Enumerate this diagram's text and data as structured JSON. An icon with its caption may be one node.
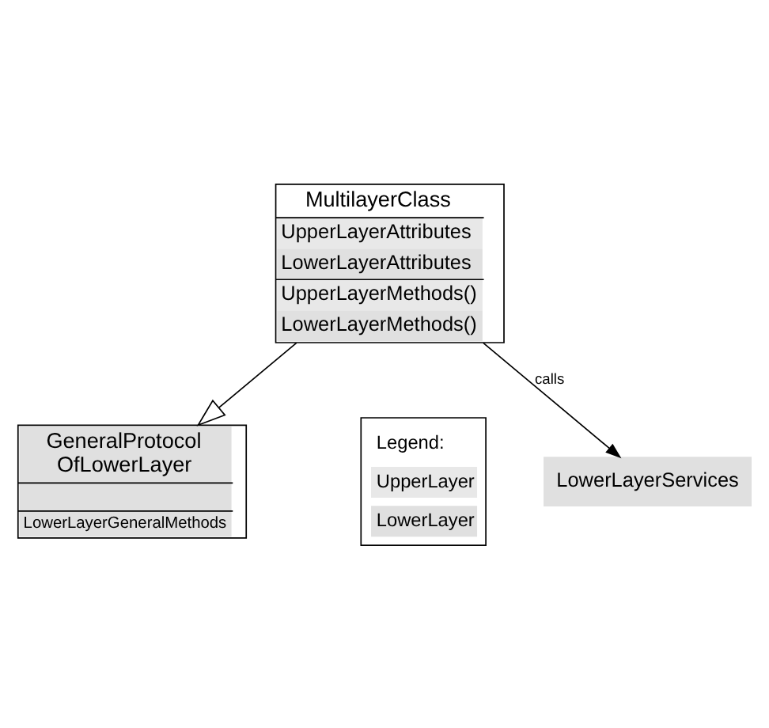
{
  "diagram": {
    "nodes": [
      {
        "text": [
          "GeneralProtocol OfLowerLayer",
          "LowerLayerGeneralMethods"
        ]
      },
      {
        "text": [
          "MultilayerClass",
          "UpperLayerAttributes",
          "LowerLayerAttributes",
          "UpperLayerMethods()",
          "LowerLayerMethods()"
        ]
      },
      {
        "text": [
          "LowerLayerServices"
        ]
      }
    ],
    "edges": [
      {
        "from": 1,
        "to": 0,
        "arrow": "to"
      },
      {
        "from": 1,
        "to": 2,
        "arrow": "to",
        "label": "calls"
      }
    ],
    "labels": [
      "Legend:"
    ],
    "legend": [
      {
        "text": "UpperLayer",
        "color": "#e8e8e8"
      },
      {
        "text": "LowerLayer",
        "color": "#e0e0e0"
      }
    ]
  }
}
